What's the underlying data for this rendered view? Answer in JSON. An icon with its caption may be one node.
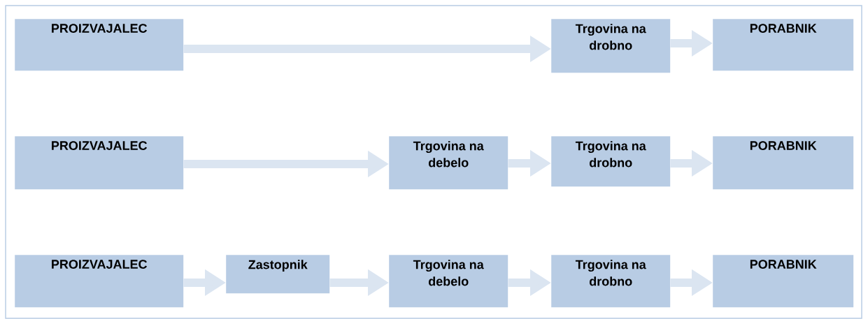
{
  "diagram": {
    "nodes": [
      {
        "text": [
          "PROIZVAJALEC"
        ]
      },
      {
        "text": [
          "Trgovina na drobno"
        ]
      },
      {
        "text": [
          "PORABNIK"
        ]
      },
      {
        "text": [
          "PROIZVAJALEC"
        ]
      },
      {
        "text": [
          "Trgovina na debelo"
        ]
      },
      {
        "text": [
          "Trgovina na drobno"
        ]
      },
      {
        "text": [
          "PORABNIK"
        ]
      },
      {
        "text": [
          "PROIZVAJALEC"
        ]
      },
      {
        "text": [
          "Zastopnik"
        ]
      },
      {
        "text": [
          "Trgovina na debelo"
        ]
      },
      {
        "text": [
          "Trgovina na drobno"
        ]
      },
      {
        "text": [
          "PORABNIK"
        ]
      }
    ],
    "edges": [
      {
        "from": 0,
        "to": 1,
        "arrow": "to"
      },
      {
        "from": 1,
        "to": 2,
        "arrow": "to"
      },
      {
        "from": 3,
        "to": 4,
        "arrow": "to"
      },
      {
        "from": 4,
        "to": 5,
        "arrow": "to"
      },
      {
        "from": 5,
        "to": 6,
        "arrow": "to"
      },
      {
        "from": 7,
        "to": 8,
        "arrow": "to"
      },
      {
        "from": 8,
        "to": 9,
        "arrow": "to"
      },
      {
        "from": 9,
        "to": 10,
        "arrow": "to"
      },
      {
        "from": 10,
        "to": 11,
        "arrow": "to"
      }
    ]
  }
}
